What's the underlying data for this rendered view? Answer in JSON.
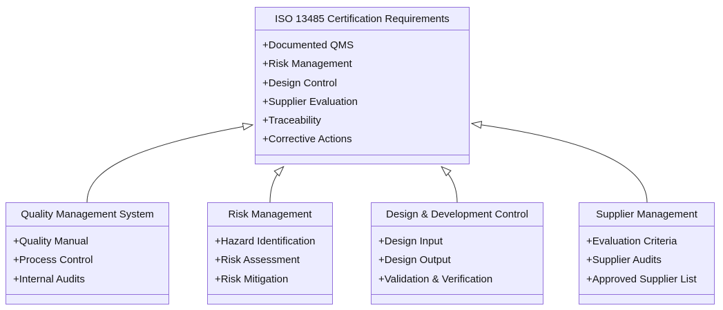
{
  "diagram": {
    "type": "uml-class-diagram",
    "colors": {
      "node_fill": "#ECECFF",
      "node_border": "#9370DB",
      "edge_stroke": "#333333",
      "arrowhead_fill": "#ffffff",
      "text": "#131313",
      "background": "#ffffff"
    },
    "classes": [
      {
        "id": "iso13485",
        "title": "ISO 13485 Certification Requirements",
        "attributes": [
          "+Documented QMS",
          "+Risk Management",
          "+Design Control",
          "+Supplier Evaluation",
          "+Traceability",
          "+Corrective Actions"
        ]
      },
      {
        "id": "qms",
        "title": "Quality Management System",
        "attributes": [
          "+Quality Manual",
          "+Process Control",
          "+Internal Audits"
        ]
      },
      {
        "id": "risk",
        "title": "Risk Management",
        "attributes": [
          "+Hazard Identification",
          "+Risk Assessment",
          "+Risk Mitigation"
        ]
      },
      {
        "id": "design",
        "title": "Design & Development Control",
        "attributes": [
          "+Design Input",
          "+Design Output",
          "+Validation & Verification"
        ]
      },
      {
        "id": "supplier",
        "title": "Supplier Management",
        "attributes": [
          "+Evaluation Criteria",
          "+Supplier Audits",
          "+Approved Supplier List"
        ]
      }
    ],
    "relationships": [
      {
        "from": "Quality Management System",
        "to": "ISO 13485 Certification Requirements",
        "type": "inheritance"
      },
      {
        "from": "Risk Management",
        "to": "ISO 13485 Certification Requirements",
        "type": "inheritance"
      },
      {
        "from": "Design & Development Control",
        "to": "ISO 13485 Certification Requirements",
        "type": "inheritance"
      },
      {
        "from": "Supplier Management",
        "to": "ISO 13485 Certification Requirements",
        "type": "inheritance"
      }
    ]
  }
}
